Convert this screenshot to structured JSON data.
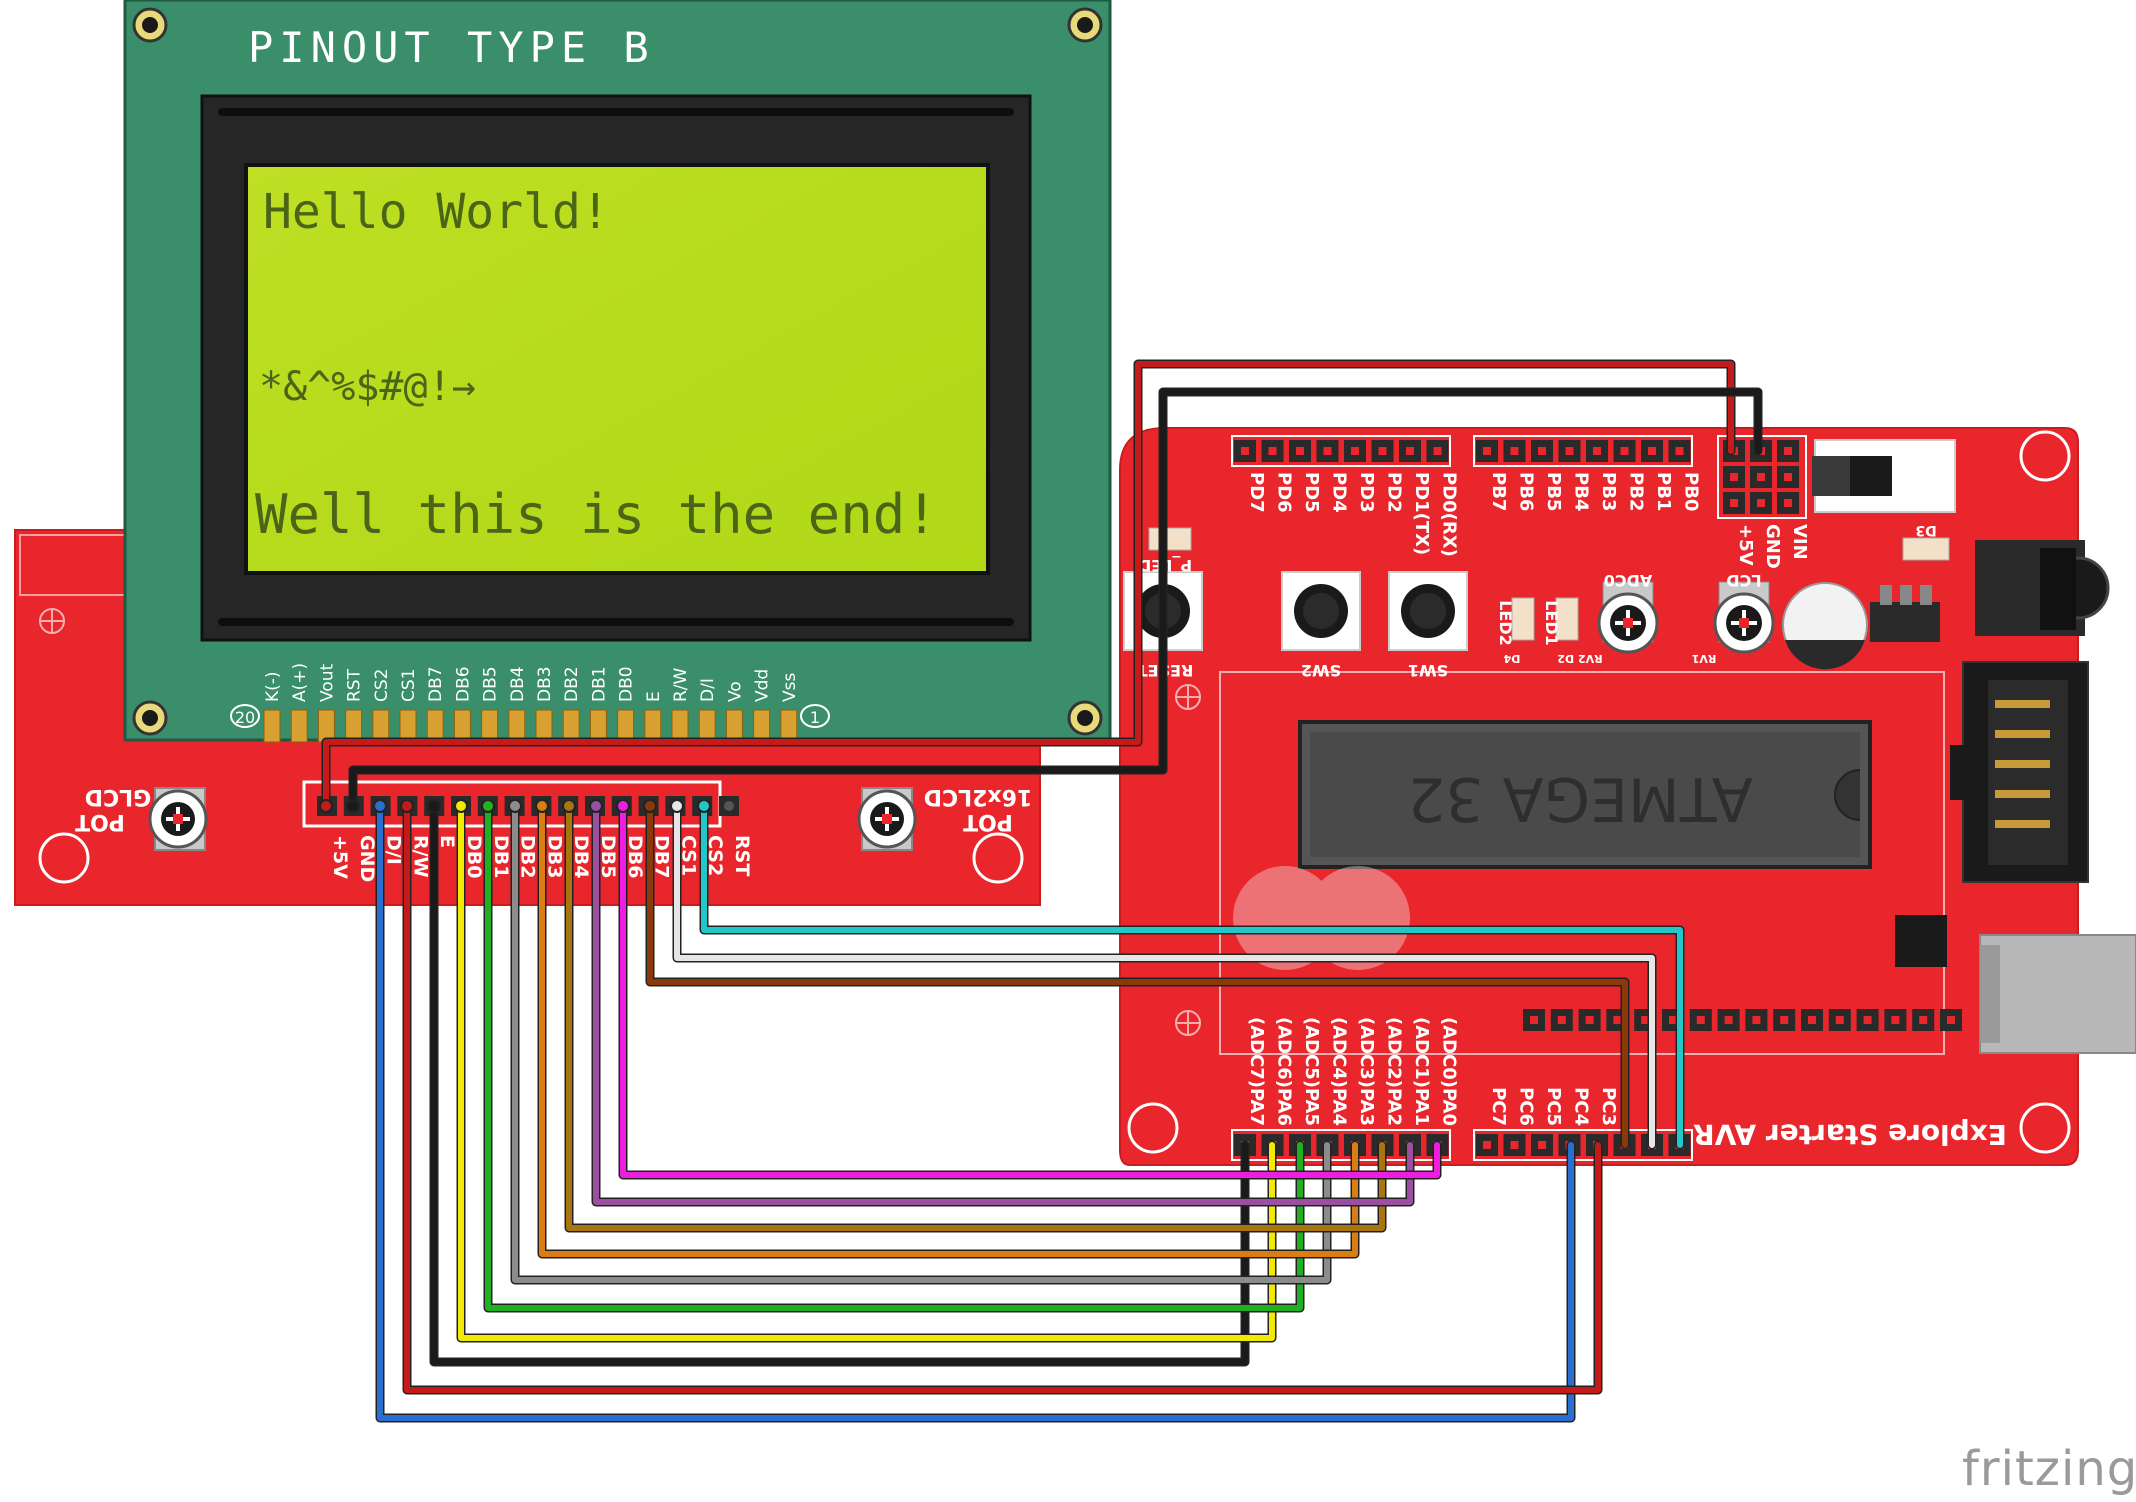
{
  "glcd": {
    "title": "PINOUT TYPE B",
    "screen_lines": [
      "Hello World!",
      "*&^%$#@!→",
      "Well this is the end!"
    ],
    "pin_labels": [
      "K(-)",
      "A(+)",
      "Vout",
      "RST",
      "CS2",
      "CS1",
      "DB7",
      "DB6",
      "DB5",
      "DB4",
      "DB3",
      "DB2",
      "DB1",
      "DB0",
      "E",
      "R/W",
      "D/I",
      "Vo",
      "Vdd",
      "Vss"
    ],
    "pin_first": "20",
    "pin_last": "1"
  },
  "adapter": {
    "left_pot_label": [
      "GLCD",
      "POT"
    ],
    "right_pot_label": [
      "16x2LCD",
      "POT"
    ],
    "header_labels": [
      "+5V",
      "GND",
      "D/I",
      "R/W",
      "E",
      "DB0",
      "DB1",
      "DB2",
      "DB3",
      "DB4",
      "DB5",
      "DB6",
      "DB7",
      "CS1",
      "CS2",
      "RST"
    ]
  },
  "board": {
    "name": "Explore Starter AVR",
    "chip": "ATMEGA 32",
    "portd_labels": [
      "PD7",
      "PD6",
      "PD5",
      "PD4",
      "PD3",
      "PD2",
      "PD1(TX)",
      "PD0(RX)"
    ],
    "portb_labels": [
      "PB7",
      "PB6",
      "PB5",
      "PB4",
      "PB3",
      "PB2",
      "PB1",
      "PB0"
    ],
    "power_labels": [
      "+5V",
      "GND",
      "VIN"
    ],
    "porta_labels": [
      "(ADC7)PA7",
      "(ADC6)PA6",
      "(ADC5)PA5",
      "(ADC4)PA4",
      "(ADC3)PA3",
      "(ADC2)PA2",
      "(ADC1)PA1",
      "(ADC0)PA0"
    ],
    "portc_labels": [
      "PC7",
      "PC6",
      "PC5",
      "PC4",
      "PC3"
    ],
    "silk": {
      "reset": "RESET",
      "pled": "P_LED",
      "sw2": "SW2",
      "sw1": "SW1",
      "led2": "LED2",
      "led1": "LED1",
      "adc0": "ADC0",
      "lcd": "LCD",
      "d4": "D4",
      "rv2d2": "RV2 D2",
      "rv1": "RV1",
      "d3": "D3"
    }
  },
  "watermark": "fritzing",
  "colors": {
    "board_red": "#e8262b",
    "glcd_green": "#3a8f6a",
    "lcd_screen": "#b5dc1a",
    "wire_red": "#c41a1a",
    "wire_black": "#1a1a1a",
    "wire_blue": "#2b6fce",
    "wire_yellow": "#f2ea00",
    "wire_green": "#21b021",
    "wire_gray": "#8c8c8c",
    "wire_orange": "#d97d14",
    "wire_olive": "#a8750f",
    "wire_purple": "#9a4fa0",
    "wire_magenta": "#ee1ee0",
    "wire_brown": "#8a3a0a",
    "wire_white": "#e6e6e6",
    "wire_cyan": "#22c7c7"
  }
}
